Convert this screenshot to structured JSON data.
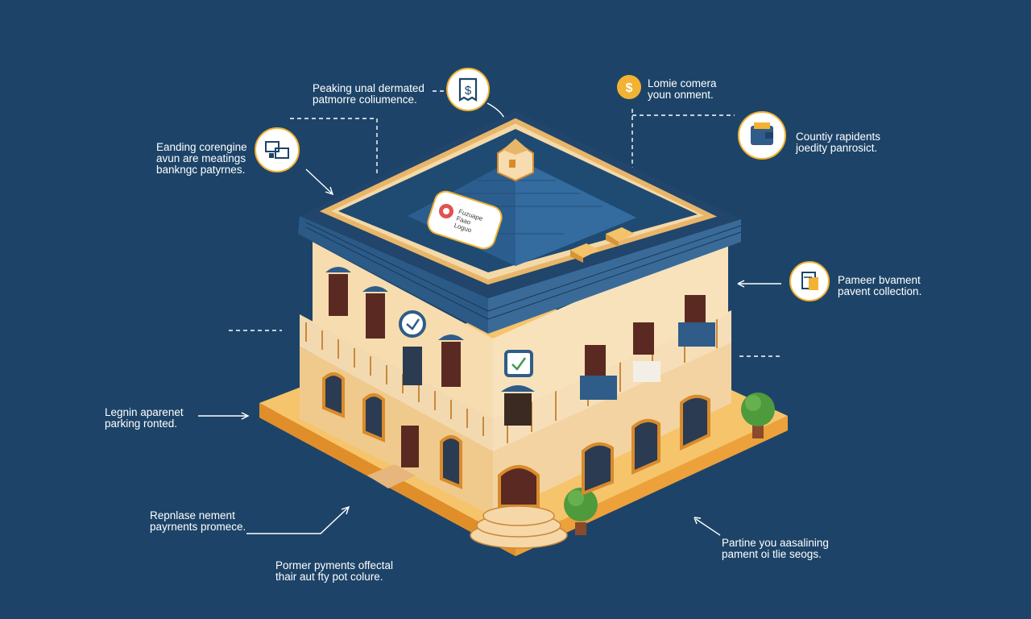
{
  "labels": {
    "top_center": [
      "Peaking unal dermated",
      "patmorre coliumence."
    ],
    "top_right_coin": [
      "Lomie comera",
      "youn onment."
    ],
    "left_upper": [
      "Eanding corengine",
      "avun are meatings",
      "bankngc patyrnes."
    ],
    "right_upper": [
      "Countiy rapidents",
      "joedity panrosict."
    ],
    "right_middle": [
      "Pameer bvament",
      "pavent collection."
    ],
    "left_middle": [
      "Legnin aparenet",
      "parking ronted."
    ],
    "left_lower": [
      "Repnlase nement",
      "payrnents promece."
    ],
    "bottom_center": [
      "Pormer pyments offectal",
      "thair aut fty pot colure."
    ],
    "right_lower": [
      "Partine you aasalining",
      "pament oi tlie seogs."
    ]
  },
  "sign_text": [
    "Fuzuape",
    "Faao",
    "Loguo"
  ],
  "icons": {
    "top_center": "receipt-dollar-icon",
    "top_right": "coin-dollar-icon",
    "left_upper": "cash-notes-icon",
    "right_upper": "wallet-icon",
    "right_middle": "document-icon"
  },
  "colors": {
    "background": "#1d4468",
    "roof": "#2f5c88",
    "wall": "#f3d3a1",
    "accent": "#f2b233",
    "base": "#f6c46b"
  }
}
